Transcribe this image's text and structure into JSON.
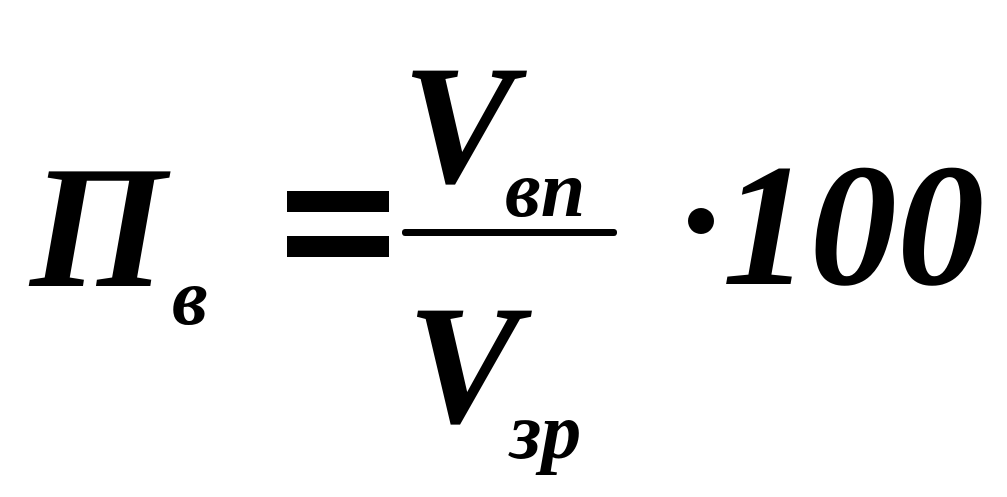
{
  "formula": {
    "lhs": {
      "symbol": "П",
      "subscript": "в"
    },
    "equals": "=",
    "numerator": {
      "symbol": "V",
      "subscript": "вп"
    },
    "denominator": {
      "symbol": "V",
      "subscript": "зр"
    },
    "operator": "·",
    "multiplier": "100"
  }
}
